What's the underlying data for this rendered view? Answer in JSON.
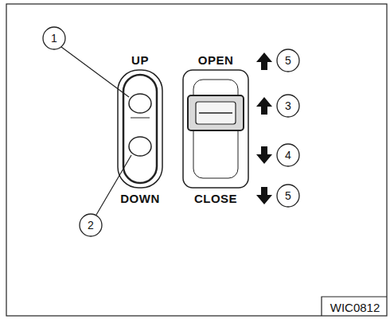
{
  "diagram": {
    "labels": [
      "1",
      "UP",
      "OPEN",
      "5",
      "3",
      "4",
      "2",
      "DOWN",
      "CLOSE",
      "5",
      "WIC0812"
    ]
  }
}
